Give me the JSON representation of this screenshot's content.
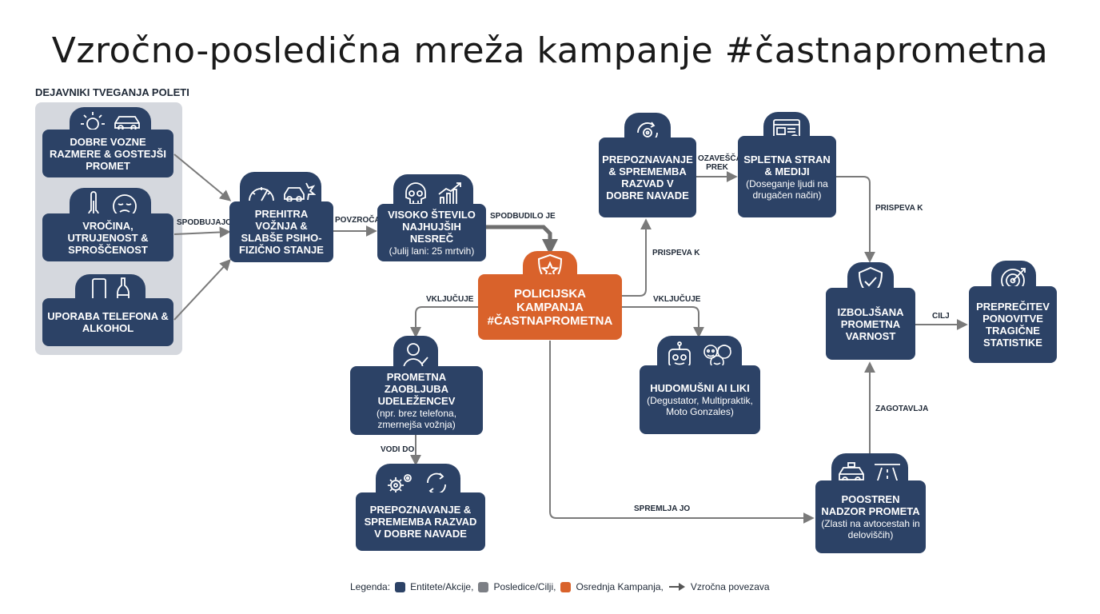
{
  "title": "Vzročno-posledična mreža kampanje #častnaprometna",
  "group_label": "DEJAVNIKI TVEGANJA POLETI",
  "nodes": {
    "conditions": {
      "title": "DOBRE VOZNE RAZMERE & GOSTEJŠI PROMET"
    },
    "heat": {
      "title": "VROČINA, UTRUJENOST & SPROŠČENOST"
    },
    "phone": {
      "title": "UPORABA TELEFONA & ALKOHOL"
    },
    "speed": {
      "title": "PREHITRA VOŽNJA & SLABŠE PSIHO-FIZIČNO STANJE"
    },
    "accidents": {
      "title": "VISOKO ŠTEVILO NAJHUJŠIH NESREČ",
      "sub": "(Julij lani: 25 mrtvih)"
    },
    "campaign": {
      "title": "POLICIJSKA KAMPANJA #ČASTNAPROMETNA"
    },
    "habits_top": {
      "title": "PREPOZNAVANJE & SPREMEMBA RAZVAD V DOBRE NAVADE"
    },
    "web": {
      "title": "SPLETNA STRAN & MEDIJI",
      "sub": "(Doseganje ljudi na drugačen način)"
    },
    "caution": {
      "title": "PROMETNA ZAOBLJUBA UDELEŽENCEV",
      "sub": "(npr. brez telefona, zmernejša vožnja)"
    },
    "habits_bottom": {
      "title": "PREPOZNAVANJE & SPREMEMBA RAZVAD V DOBRE NAVADE"
    },
    "ai": {
      "title": "HUDOMUŠNI AI LIKI",
      "sub": "(Degustator, Multipraktik, Moto Gonzales)"
    },
    "safety": {
      "title": "IZBOLJŠANA PROMETNA VARNOST"
    },
    "prevent": {
      "title": "PREPREČITEV PONOVITVE TRAGIČNE STATISTIKE"
    },
    "control": {
      "title": "POOSTREN NADZOR PROMETA",
      "sub": "(Zlasti na avtocestah in deloviščih)"
    }
  },
  "edge_labels": {
    "spodbujajo": "SPODBUJAJO",
    "povzroca": "POVZROČA",
    "spodbudilo": "SPODBUDILO JE",
    "vkljucuje_left": "VKLJUČUJE",
    "vkljucuje_right": "VKLJUČUJE",
    "prispeva_k_1": "PRISPEVA K",
    "ozavesca": "OZAVEŠČA PREK",
    "prispeva_k_2": "PRISPEVA K",
    "vodi_do": "VODI DO",
    "spremlja_jo": "SPREMLJA JO",
    "zagotavlja": "ZAGOTAVLJA",
    "cilj": "CILJ"
  },
  "legend": {
    "prefix": "Legenda:",
    "entities": "Entitete/Akcije,",
    "consequences": "Posledice/Cilji,",
    "campaign": "Osrednja Kampanja,",
    "link": "Vzročna povezava"
  },
  "colors": {
    "navy": "#2c4266",
    "orange": "#d9622b",
    "gray": "#7c7f85",
    "arrow": "#7a7a7a"
  }
}
